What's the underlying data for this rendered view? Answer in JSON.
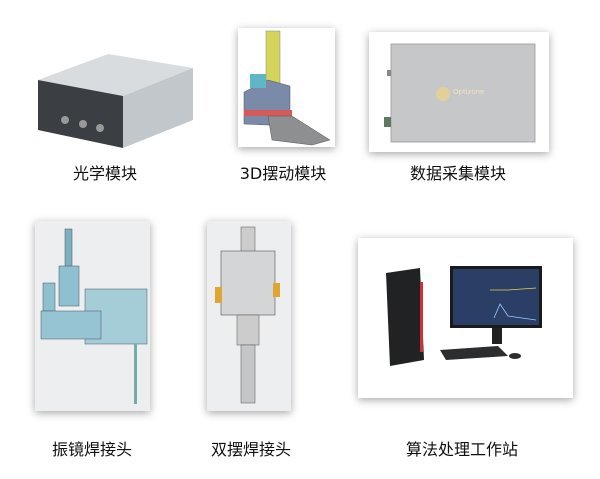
{
  "modules": [
    {
      "label": "光学模块"
    },
    {
      "label": "3D摆动模块"
    },
    {
      "label": "数据采集模块",
      "logo_text": "Optizone"
    },
    {
      "label": "振镜焊接头"
    },
    {
      "label": "双摆焊接头"
    },
    {
      "label": "算法处理工作站"
    }
  ]
}
